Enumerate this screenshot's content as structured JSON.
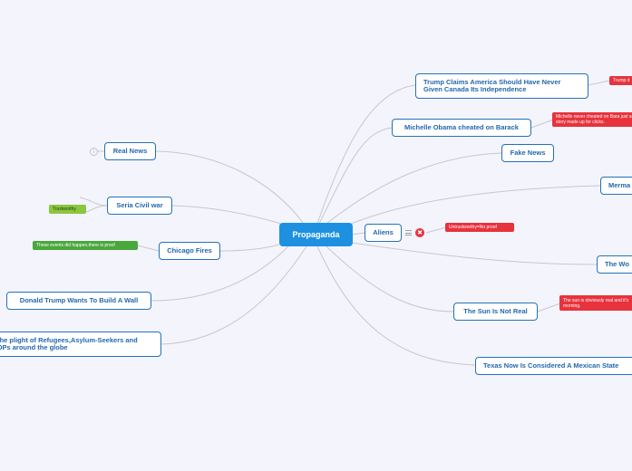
{
  "root": {
    "label": "Propaganda"
  },
  "right_topics": [
    {
      "label": "Trump Claims America Should Have Never Given Canada Its Independence",
      "note": "Trump d"
    },
    {
      "label": "Michelle Obama cheated on Barack",
      "note": "Michelle never cheated on Bara just a story made up for clicks."
    },
    {
      "label": "Fake News"
    },
    {
      "label": "Merma"
    },
    {
      "label": "Aliens",
      "note": "Untrustworthy=No proof"
    },
    {
      "label": "The Wo"
    },
    {
      "label": "The Sun Is Not Real",
      "note": "The sun is obviously real and it's morning."
    },
    {
      "label": "Texas Now Is Considered A Mexican State"
    }
  ],
  "left_topics": [
    {
      "label": "Real News"
    },
    {
      "label": "Seria Civil war",
      "note": "Trustworthy"
    },
    {
      "label": "Chicago Fires",
      "note": "These events did happen,there is proof"
    },
    {
      "label": "Donald Trump Wants To Build A Wall"
    },
    {
      "label": "The plight of Refugees,Asylum-Seekers and IDPs around the globe"
    }
  ],
  "icons": {
    "info": "info-icon",
    "notes": "notes-icon",
    "marker": "thumbs-down-icon",
    "marker_glyph": "✖"
  },
  "colors": {
    "background": "#f3f4fc",
    "root": "#1d91e0",
    "topic_border": "#2471b8",
    "topic_text": "#2368ad",
    "connector": "#c7c7cf",
    "tag_red": "#e8323c",
    "tag_green": "#4aa73c",
    "tag_lime": "#8cc63e"
  }
}
